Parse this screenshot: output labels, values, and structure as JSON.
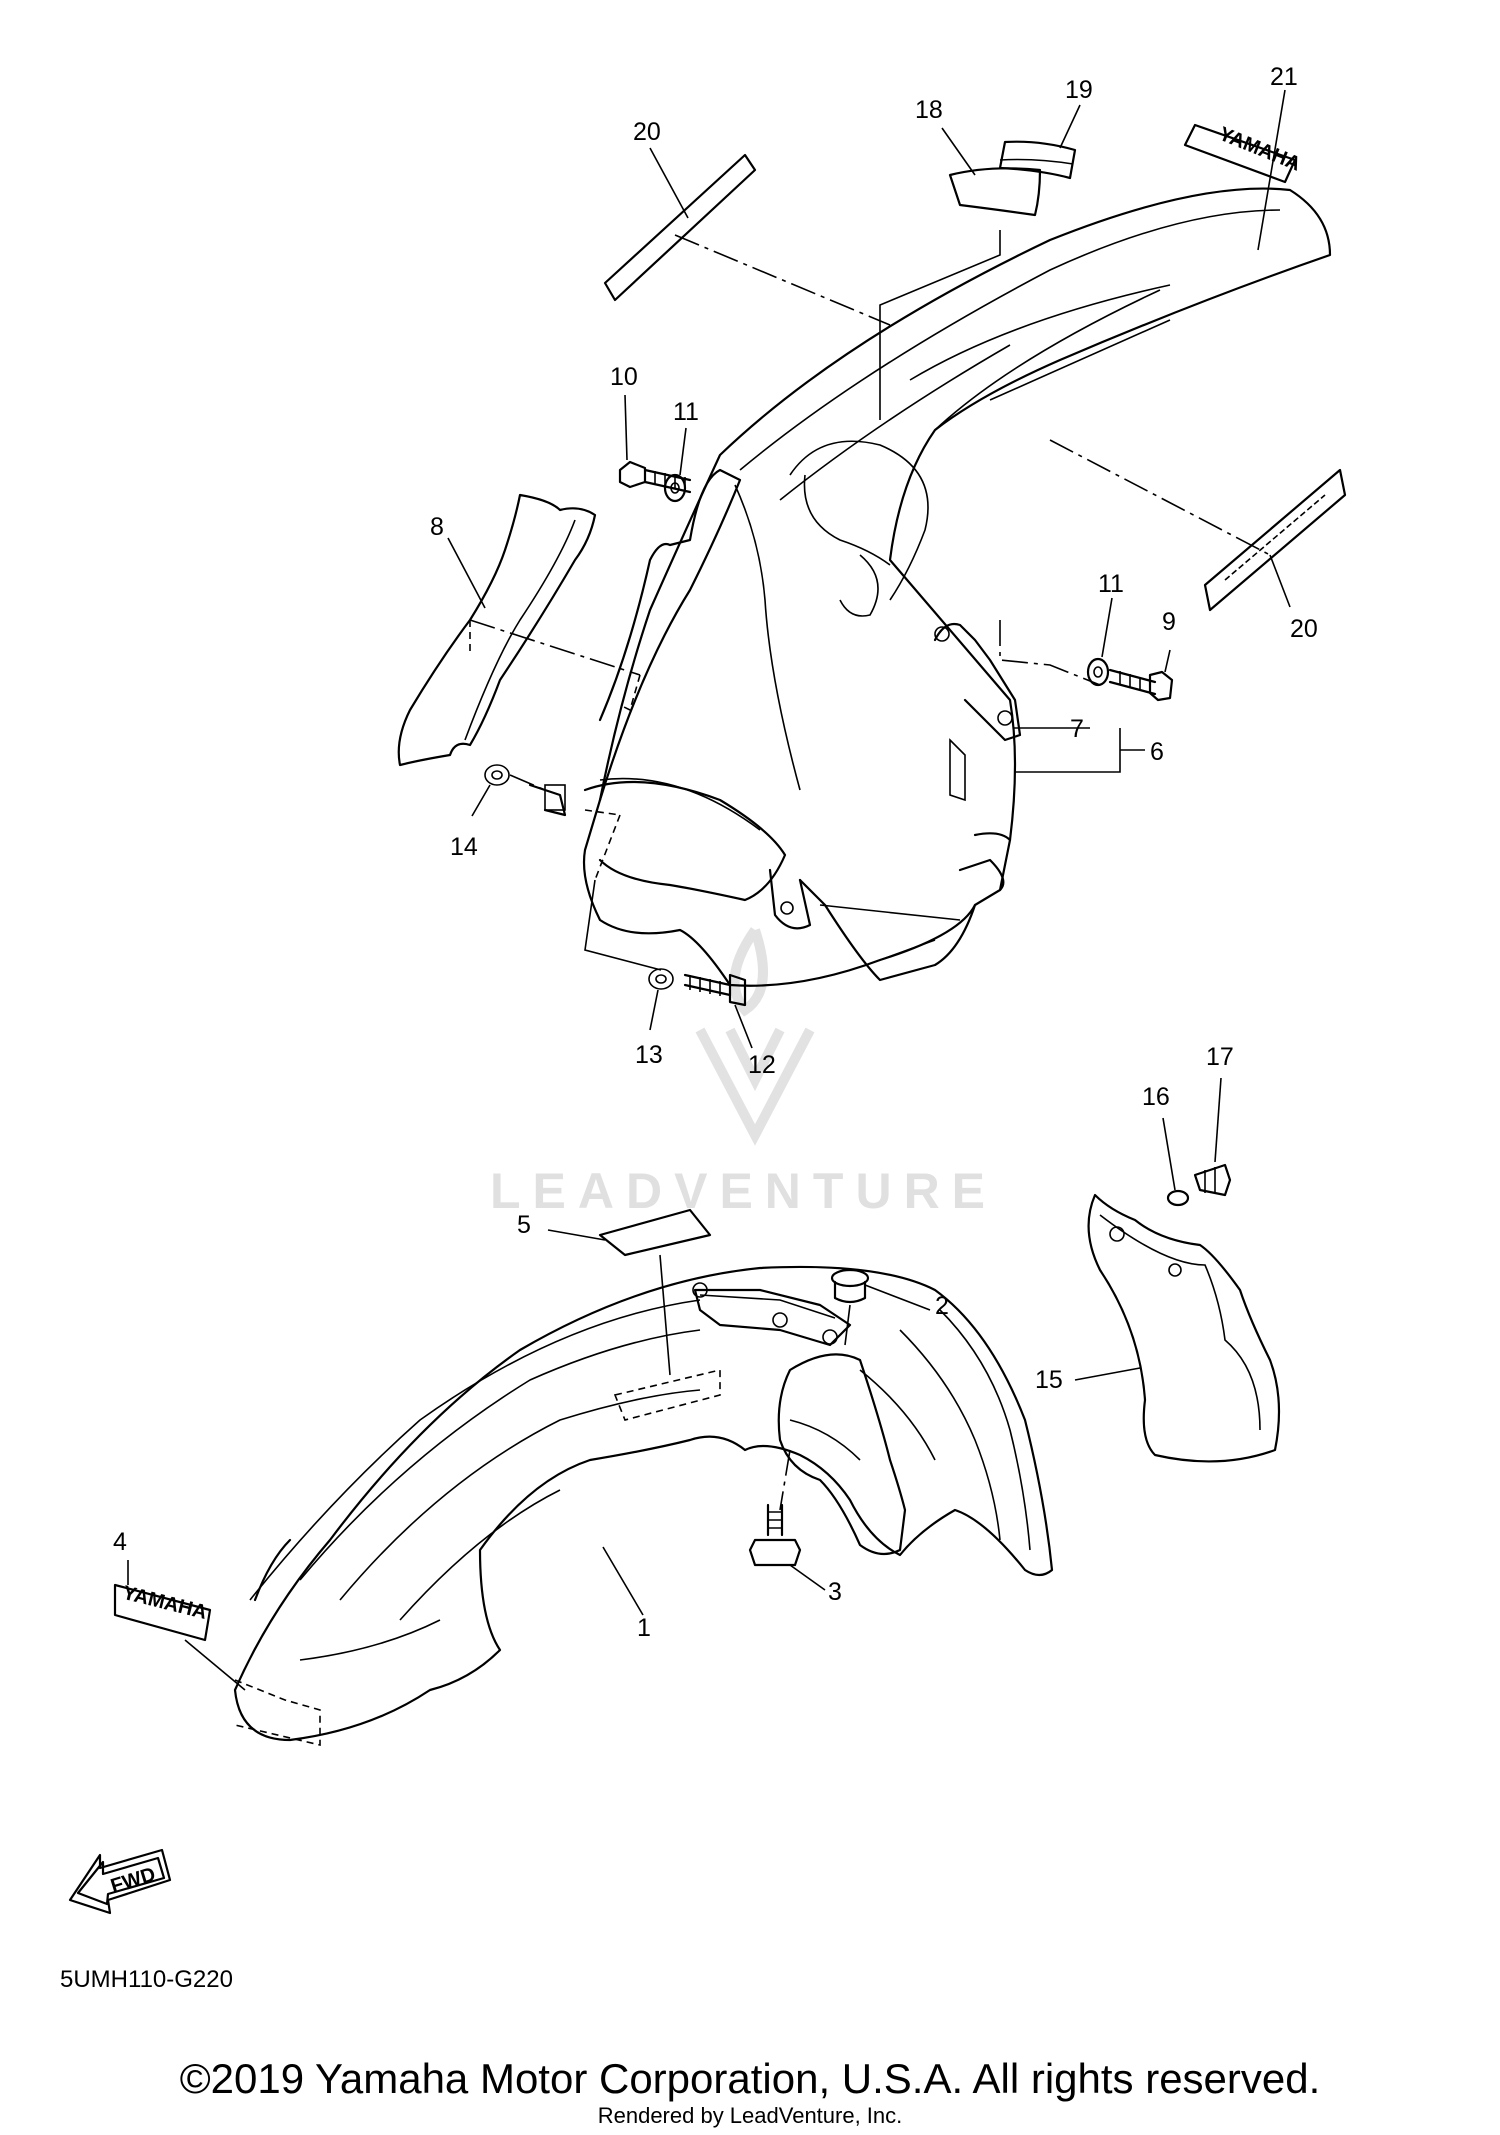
{
  "watermark": {
    "text": "LEADVENTURE"
  },
  "diagram_code": "5UMH110-G220",
  "fwd_label": "FWD",
  "decal_text": "YAMAHA",
  "callouts": [
    "1",
    "2",
    "3",
    "4",
    "5",
    "6",
    "7",
    "8",
    "9",
    "10",
    "11",
    "11",
    "12",
    "13",
    "14",
    "15",
    "16",
    "17",
    "18",
    "19",
    "20",
    "20",
    "21"
  ],
  "copyright": "©2019 Yamaha Motor Corporation, U.S.A. All rights reserved.",
  "rendered_by": "Rendered by LeadVenture, Inc."
}
